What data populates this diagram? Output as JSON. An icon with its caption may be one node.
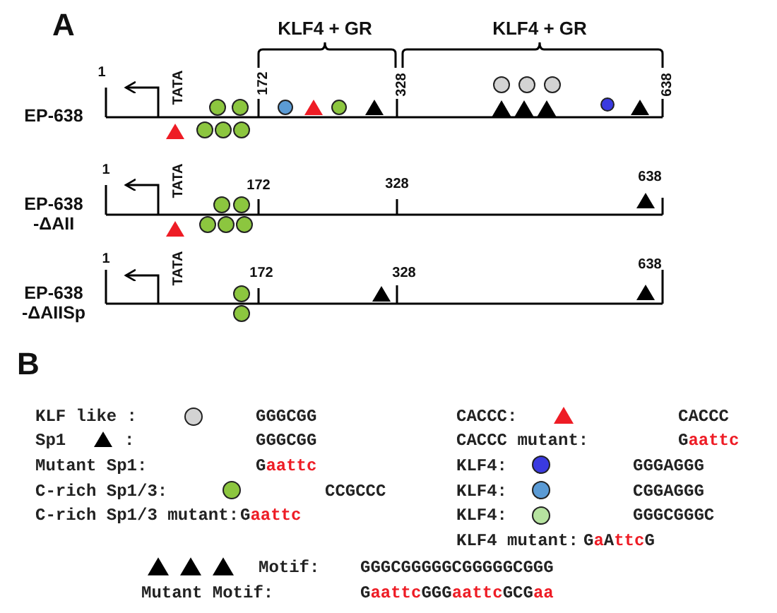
{
  "diagram": {
    "labels": [
      "A",
      "KLF4 + GR",
      "KLF4 + GR",
      "1",
      "TATA",
      "172",
      "328",
      "638",
      "EP-638",
      "1",
      "TATA",
      "172",
      "328",
      "638",
      "EP-638 -ΔAII",
      "1",
      "TATA",
      "172",
      "328",
      "638",
      "EP-638 -ΔAIISp",
      "B",
      "KLF like :",
      "GGGCGG",
      "CACCC:",
      "CACCC",
      "Sp1",
      ":",
      "GGGCGG",
      "CACCC mutant:",
      "G**aattc**",
      "Mutant Sp1:",
      "G**aattc**",
      "KLF4:",
      "GGGAGGG",
      "C-rich Sp1/3:",
      "CCGCCC",
      "KLF4:",
      "CGGAGGG",
      "C-rich Sp1/3 mutant:",
      "G**aattc**",
      "KLF4:",
      "GGGCGGGC",
      "KLF4 mutant:",
      "G**a**A**ttc**G",
      "Motif:",
      "GGGCGGGGGCGGGGGCGGG",
      "Mutant Motif:",
      "G**aattc**GGG**aattc**GCG**aa**"
    ]
  }
}
